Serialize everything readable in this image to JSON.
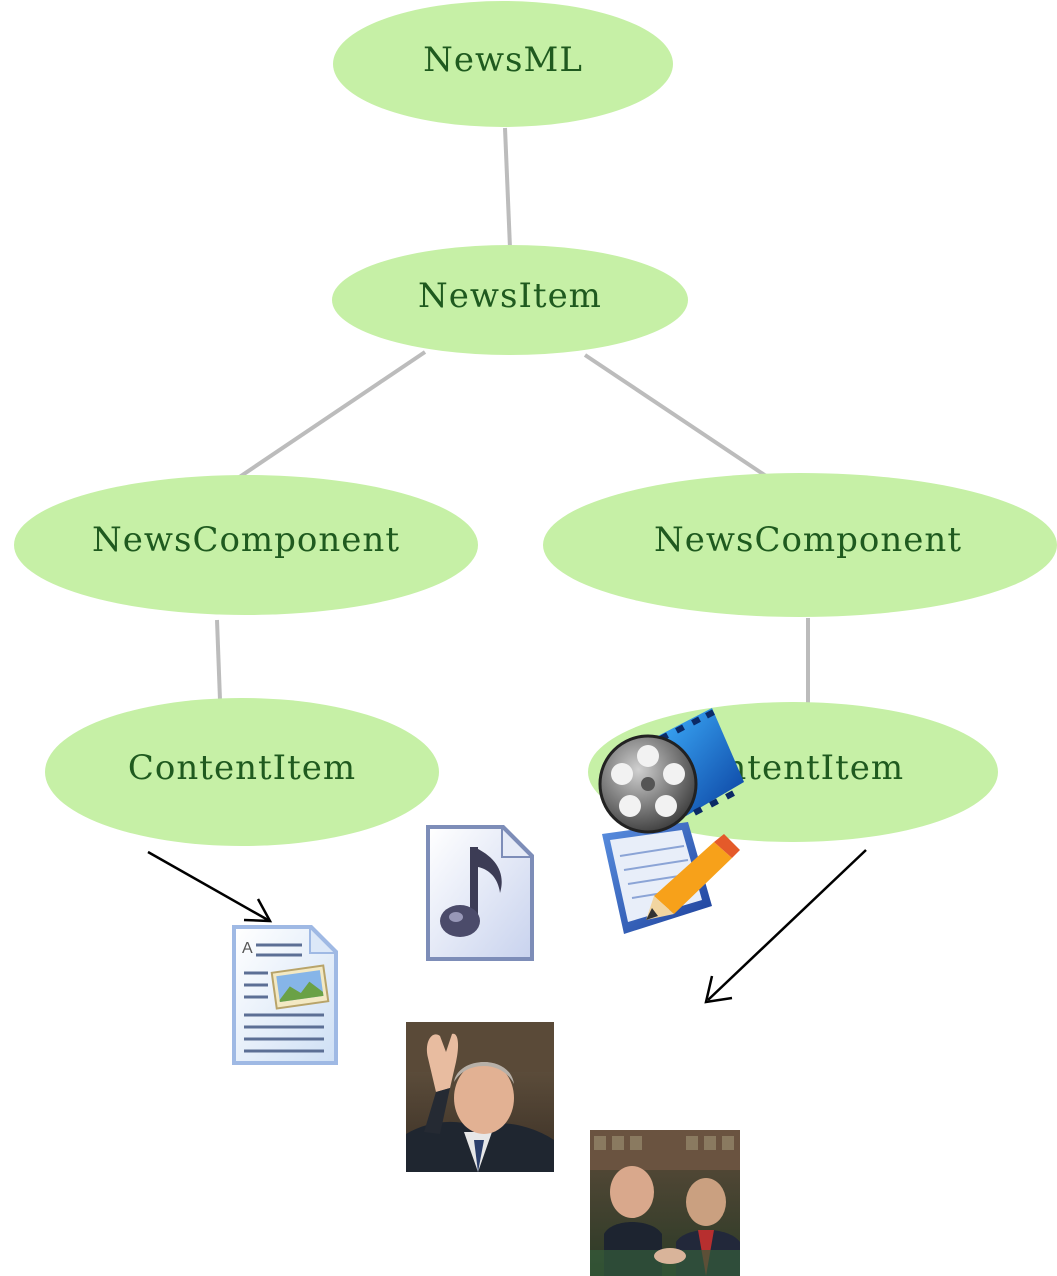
{
  "diagram": {
    "nodes": {
      "root": {
        "label": "NewsML"
      },
      "item": {
        "label": "NewsItem"
      },
      "component_left": {
        "label": "NewsComponent"
      },
      "component_right": {
        "label": "NewsComponent"
      },
      "content_left": {
        "label": "ContentItem"
      },
      "content_right": {
        "label": "ContentItem"
      }
    },
    "node_fill": "#c6f0a6",
    "label_color": "#1f5a1f",
    "edge_color": "#bcbcbc",
    "icons": [
      "document-with-image-icon",
      "music-file-icon",
      "notepad-pencil-icon",
      "film-reel-icon",
      "news-photo-waving-man",
      "news-photo-parliament"
    ]
  }
}
